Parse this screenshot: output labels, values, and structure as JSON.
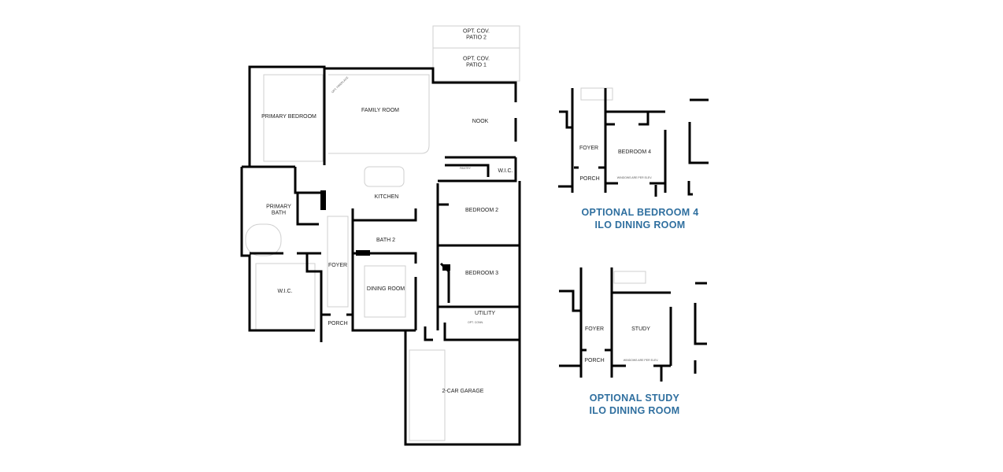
{
  "main_plan": {
    "rooms": {
      "patio2": "OPT. COV.\nPATIO 2",
      "patio1": "OPT. COV.\nPATIO 1",
      "primary_bedroom": "PRIMARY BEDROOM",
      "family_room": "FAMILY ROOM",
      "opt_fireplace": "OPT. FIREPLACE",
      "nook": "NOOK",
      "pantry": "PANTRY",
      "wic_small": "W.I.C.",
      "kitchen": "KITCHEN",
      "primary_bath": "PRIMARY\nBATH",
      "bedroom2": "BEDROOM 2",
      "bath2": "BATH 2",
      "foyer": "FOYER",
      "bedroom3": "BEDROOM 3",
      "wic_primary": "W.I.C.",
      "dining_room": "DINING ROOM",
      "utility": "UTILITY",
      "opt_conn": "OPT. CONN.",
      "porch": "PORCH",
      "garage": "2-CAR GARAGE"
    }
  },
  "option_bedroom4": {
    "rooms": {
      "foyer": "FOYER",
      "bedroom": "BEDROOM 4",
      "porch": "PORCH",
      "note": "WINDOWS ARE PER ELEV."
    },
    "title_line1": "OPTIONAL BEDROOM 4",
    "title_line2": "ILO DINING ROOM"
  },
  "option_study": {
    "rooms": {
      "foyer": "FOYER",
      "study": "STUDY",
      "porch": "PORCH",
      "note": "WINDOWS ARE PER ELEV."
    },
    "title_line1": "OPTIONAL STUDY",
    "title_line2": "ILO DINING ROOM"
  },
  "colors": {
    "wall": "#000000",
    "fixture": "#cccccc",
    "option_title": "#2f6f9f"
  }
}
